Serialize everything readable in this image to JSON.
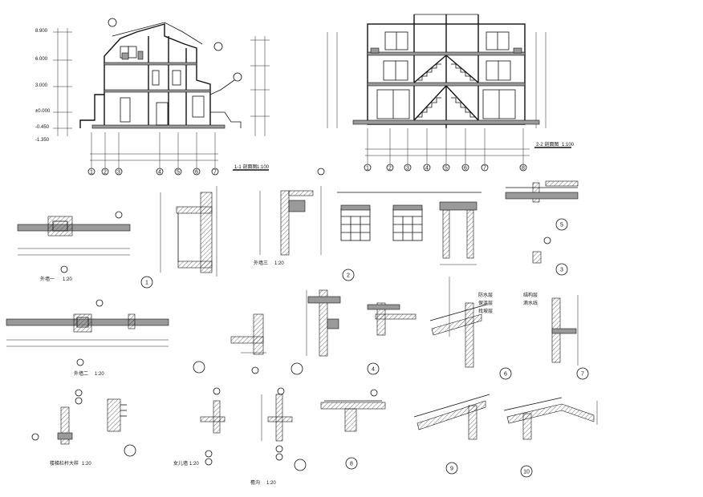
{
  "sheet": {
    "drawings": [
      {
        "id": "section-1-1",
        "caption": "1-1 剖面图",
        "scale": "1:100"
      },
      {
        "id": "section-2-2",
        "caption": "2-2 剖面图",
        "scale": "1:100"
      },
      {
        "id": "detail-wall-1",
        "caption": "外墙一",
        "scale": "1:20"
      },
      {
        "id": "detail-wall-2",
        "caption": "外墙二",
        "scale": "1:20"
      },
      {
        "id": "detail-wall-3",
        "caption": "外墙三",
        "scale": "1:20"
      },
      {
        "id": "detail-stair",
        "caption": "楼梯栏杆大样",
        "scale": "1:20"
      },
      {
        "id": "detail-coping",
        "caption": "女儿墙",
        "scale": "1:20"
      },
      {
        "id": "detail-gutter",
        "caption": "檐沟",
        "scale": "1:20"
      }
    ],
    "detail_numbers": [
      "1",
      "2",
      "3",
      "4",
      "5",
      "6",
      "7",
      "8",
      "9",
      "10"
    ],
    "axis_labels_section1": [
      "1",
      "2",
      "3",
      "4",
      "5",
      "6",
      "7"
    ],
    "axis_labels_section2": [
      "1",
      "2",
      "3",
      "4",
      "5",
      "6",
      "7",
      "8"
    ],
    "level_marks": [
      "8.900",
      "6.000",
      "3.000",
      "±0.000",
      "-0.450",
      "-1.350"
    ],
    "notes": [
      "防水层",
      "保温层",
      "找坡层",
      "结构层",
      "滴水线"
    ]
  }
}
